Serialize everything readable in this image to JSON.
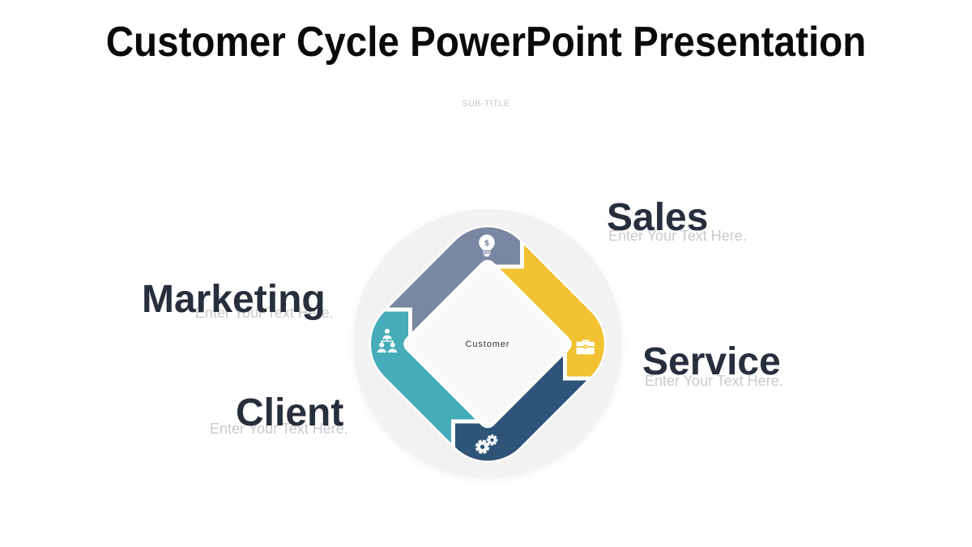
{
  "slide": {
    "title": "Customer Cycle PowerPoint Presentation",
    "subtitle": "SUB-TITLE",
    "center_label": "Customer",
    "segments": [
      {
        "label": "Sales",
        "hint": "Enter Your Text Here.",
        "color": "#F1C232",
        "icon": "briefcase-icon"
      },
      {
        "label": "Marketing",
        "hint": "Enter Your Text Here.",
        "color": "#7A87A2",
        "icon": "lightbulb-icon"
      },
      {
        "label": "Service",
        "hint": "Enter Your Text Here.",
        "color": "#2E5478",
        "icon": "gears-icon"
      },
      {
        "label": "Client",
        "hint": "Enter Your Text Here.",
        "color": "#45ACB8",
        "icon": "people-icon"
      }
    ],
    "colors": {
      "slate": "#7A87A2",
      "yellow": "#F1C232",
      "navy": "#2E5478",
      "teal": "#45ACB8",
      "circle_bg": "#F2F2F3",
      "diamond_bg": "#FAFAFB",
      "title_text": "#0A0A0A",
      "label_text": "#272E3C",
      "hint_text": "#C9CACB"
    }
  }
}
